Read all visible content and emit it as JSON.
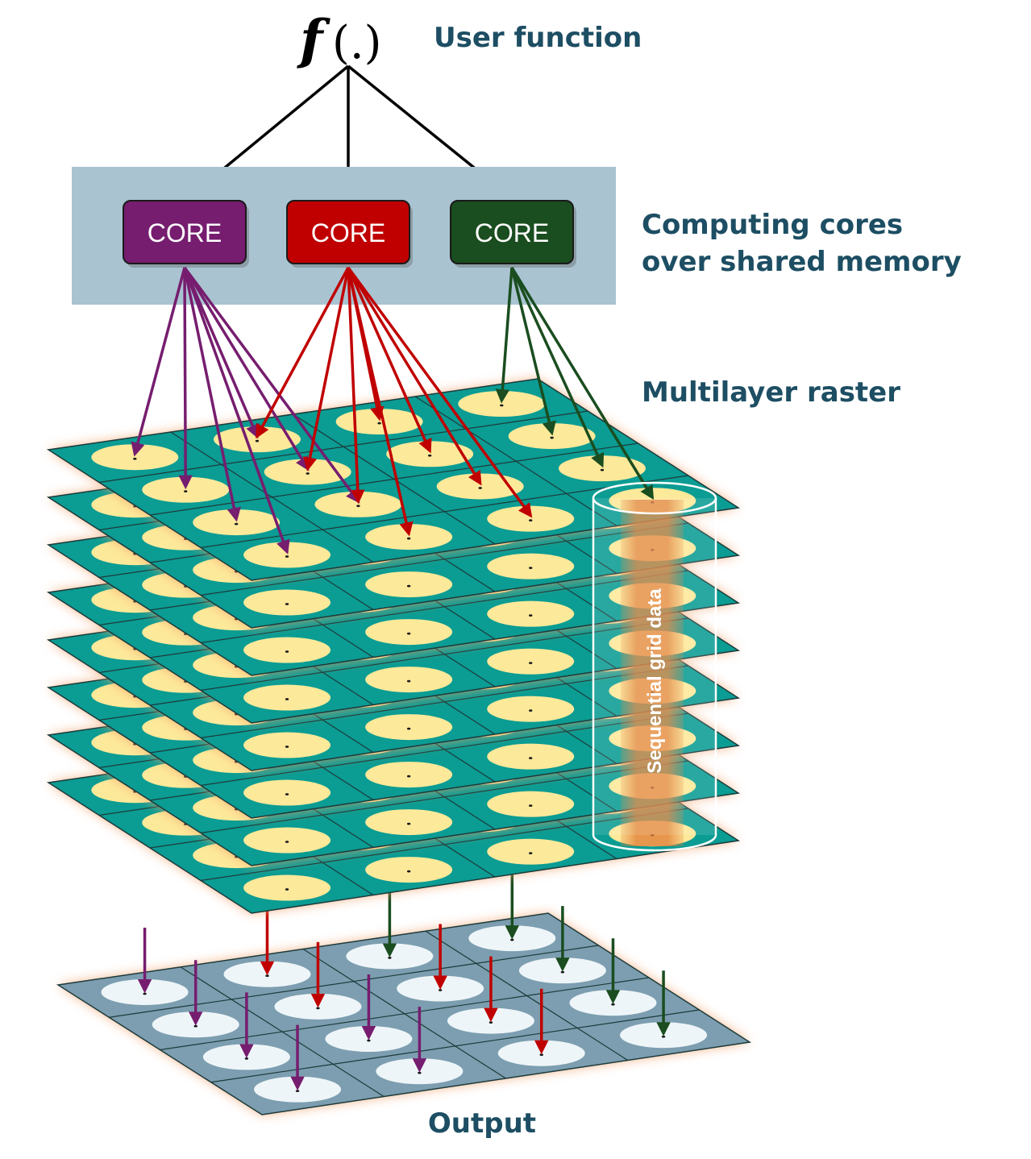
{
  "diagram": {
    "function_symbol": "f",
    "function_args": "(.)",
    "labels": {
      "user_function": "User function",
      "computing_cores_line1": "Computing cores",
      "computing_cores_line2": "over shared memory",
      "multilayer_raster": "Multilayer raster",
      "output": "Output",
      "sequential_grid_data": "Sequential grid data"
    },
    "cores": [
      {
        "label": "CORE",
        "color": "#761d6f"
      },
      {
        "label": "CORE",
        "color": "#c00000"
      },
      {
        "label": "CORE",
        "color": "#1a4d1f"
      }
    ],
    "colors": {
      "shared_memory_panel": "#a9c3d1",
      "raster_layer": "#0b9c93",
      "raster_cell": "#fde99a",
      "layer_glow": "#f2a06a",
      "output_layer": "#7c9eb0",
      "output_cell": "#eef5f8",
      "cylinder_fill": "#e07d35"
    },
    "raster_layer_count": 8,
    "grid_size": 4
  }
}
